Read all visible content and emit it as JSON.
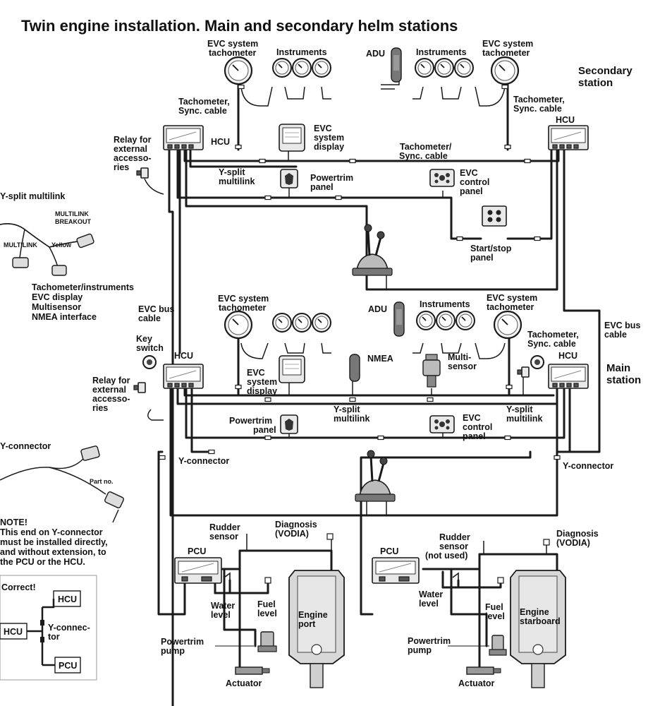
{
  "title": "Twin engine installation. Main and secondary helm stations",
  "labels": {
    "secondary_station": [
      "Secondary",
      "station"
    ],
    "main_station": [
      "Main",
      "station"
    ],
    "evc_tacho_sec_left": [
      "EVC system",
      "tachometer"
    ],
    "instruments_sec_left": "Instruments",
    "adu_sec": "ADU",
    "instruments_sec_right": "Instruments",
    "evc_tacho_sec_right": [
      "EVC system",
      "tachometer"
    ],
    "tacho_sync_sec_left": [
      "Tachometer,",
      "Sync. cable"
    ],
    "tacho_sync_sec_right": [
      "Tachometer,",
      "Sync. cable"
    ],
    "tacho_sync_sec_mid": [
      "Tachometer/",
      "Sync. cable"
    ],
    "relay_sec": [
      "Relay for",
      "external",
      "accesso-",
      "ries"
    ],
    "hcu_sec_left": "HCU",
    "hcu_sec_right": "HCU",
    "evc_display_sec": [
      "EVC",
      "system",
      "display"
    ],
    "ysplit_sec": [
      "Y-split",
      "multilink"
    ],
    "powertrim_panel_sec": [
      "Powertrim",
      "panel"
    ],
    "evc_control_sec": [
      "EVC",
      "control",
      "panel"
    ],
    "startstop": [
      "Start/stop",
      "panel"
    ],
    "ysplit_detail_title": "Y-split multilink",
    "multilink_breakout": [
      "MULTILINK",
      "BREAKOUT"
    ],
    "multilink": "MULTILINK",
    "yellow": "Yellow",
    "ysplit_uses": [
      "Tachometer/instruments",
      "EVC display",
      "Multisensor",
      "NMEA interface"
    ],
    "evc_bus_left": [
      "EVC bus",
      "cable"
    ],
    "evc_bus_right": [
      "EVC bus",
      "cable"
    ],
    "evc_tacho_main_left": [
      "EVC system",
      "tachometer"
    ],
    "adu_main": "ADU",
    "instruments_main": "Instruments",
    "evc_tacho_main_right": [
      "EVC system",
      "tachometer"
    ],
    "key_switch": [
      "Key",
      "switch"
    ],
    "hcu_main_left": "HCU",
    "hcu_main_right": "HCU",
    "tacho_sync_main": [
      "Tachometer,",
      "Sync. cable"
    ],
    "nmea": "NMEA",
    "multisensor": [
      "Multi-",
      "sensor"
    ],
    "relay_main": [
      "Relay for",
      "external",
      "accesso-",
      "ries"
    ],
    "evc_display_main": [
      "EVC",
      "system",
      "display"
    ],
    "ysplit_main_mid": [
      "Y-split",
      "multilink"
    ],
    "ysplit_main_right": [
      "Y-split",
      "multilink"
    ],
    "powertrim_panel_main": [
      "Powertrim",
      "panel"
    ],
    "evc_control_main": [
      "EVC",
      "control",
      "panel"
    ],
    "yconnector_detail": "Y-connector",
    "part_no": "Part no.",
    "yconnector_main_left": "Y-connector",
    "yconnector_main_right": "Y-connector",
    "note": [
      "NOTE!",
      "This end on Y-connector",
      "must be installed directly,",
      "and without extension, to",
      "the PCU or the HCU."
    ],
    "correct": "Correct!",
    "box_hcu_top": "HCU",
    "box_hcu_left": "HCU",
    "box_yconn": [
      "Y-connec-",
      "tor"
    ],
    "box_pcu": "PCU",
    "rudder_port": [
      "Rudder",
      "sensor"
    ],
    "diag_port": [
      "Diagnosis",
      "(VODIA)"
    ],
    "pcu_port": "PCU",
    "water_port": [
      "Water",
      "level"
    ],
    "fuel_port": [
      "Fuel",
      "level"
    ],
    "engine_port": [
      "Engine",
      "port"
    ],
    "powertrim_pump_port": [
      "Powertrim",
      "pump"
    ],
    "actuator_port": "Actuator",
    "rudder_stbd": [
      "Rudder",
      "sensor",
      "(not used)"
    ],
    "diag_stbd": [
      "Diagnosis",
      "(VODIA)"
    ],
    "pcu_stbd": "PCU",
    "water_stbd": [
      "Water",
      "level"
    ],
    "fuel_stbd": [
      "Fuel",
      "level"
    ],
    "engine_stbd": [
      "Engine",
      "starboard"
    ],
    "powertrim_pump_stbd": [
      "Powertrim",
      "pump"
    ],
    "actuator_stbd": "Actuator"
  }
}
